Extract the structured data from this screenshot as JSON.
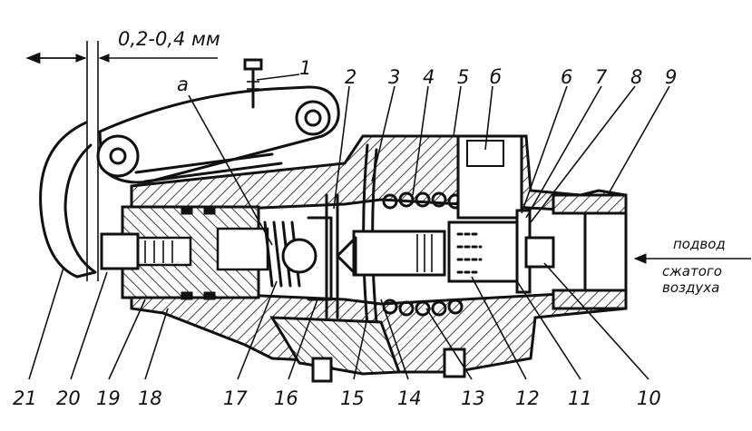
{
  "dimension": {
    "text": "0,2-0,4 мм"
  },
  "annotation": {
    "text": "а"
  },
  "callouts_top": [
    "1",
    "2",
    "3",
    "4",
    "5",
    "б",
    "6",
    "7",
    "8",
    "9"
  ],
  "callouts_bottom": [
    "21",
    "20",
    "19",
    "18",
    "17",
    "16",
    "15",
    "14",
    "13",
    "12",
    "11",
    "10"
  ],
  "air_inlet": {
    "line1": "подвод",
    "line2": "сжатого",
    "line3": "воздуха"
  }
}
